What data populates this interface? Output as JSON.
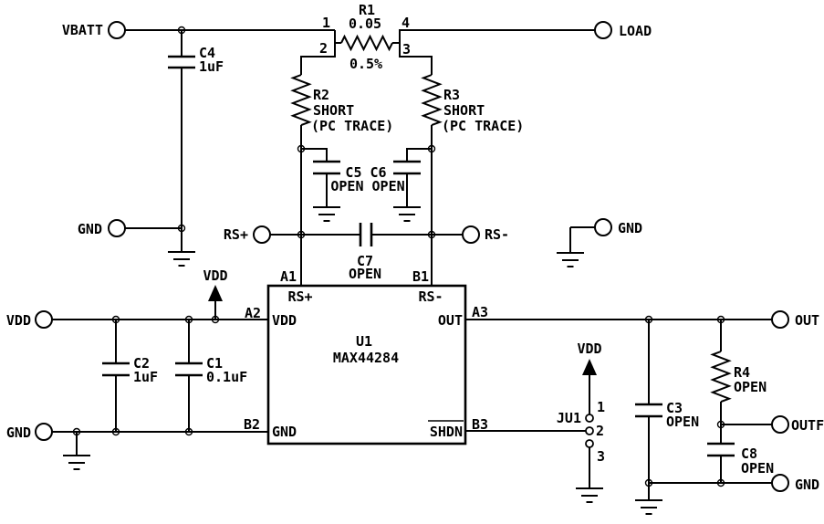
{
  "schematic": {
    "terminals": {
      "vbatt": "VBATT",
      "load": "LOAD",
      "gnd_mid_left": "GND",
      "rs_plus": "RS+",
      "rs_minus": "RS-",
      "gnd_mid_right": "GND",
      "vdd": "VDD",
      "gnd_bottom_left": "GND",
      "out": "OUT",
      "outf": "OUTF",
      "gnd_bottom_right": "GND"
    },
    "power_flags": {
      "vdd_left": "VDD",
      "vdd_ju1": "VDD"
    },
    "r1": {
      "ref": "R1",
      "value": "0.05",
      "tolerance": "0.5%",
      "pin1": "1",
      "pin2": "2",
      "pin3": "3",
      "pin4": "4"
    },
    "r2": {
      "ref": "R2",
      "value": "SHORT",
      "note": "(PC TRACE)"
    },
    "r3": {
      "ref": "R3",
      "value": "SHORT",
      "note": "(PC TRACE)"
    },
    "r4": {
      "ref": "R4",
      "value": "OPEN"
    },
    "c1": {
      "ref": "C1",
      "value": "0.1uF"
    },
    "c2": {
      "ref": "C2",
      "value": "1uF"
    },
    "c3": {
      "ref": "C3",
      "value": "OPEN"
    },
    "c4": {
      "ref": "C4",
      "value": "1uF"
    },
    "c5c6": {
      "refs": "C5 C6",
      "values": "OPEN OPEN"
    },
    "c7": {
      "ref": "C7",
      "value": "OPEN"
    },
    "c8": {
      "ref": "C8",
      "value": "OPEN"
    },
    "u1": {
      "ref": "U1",
      "part": "MAX44284",
      "pin_rs_plus": "RS+",
      "pin_rs_minus": "RS-",
      "pin_vdd": "VDD",
      "pin_out": "OUT",
      "pin_gnd": "GND",
      "pin_shdn": "SHDN"
    },
    "u1_pads": {
      "a1": "A1",
      "b1": "B1",
      "a2": "A2",
      "b2": "B2",
      "a3": "A3",
      "b3": "B3"
    },
    "ju1": {
      "ref": "JU1",
      "pin1": "1",
      "pin2": "2",
      "pin3": "3"
    }
  }
}
